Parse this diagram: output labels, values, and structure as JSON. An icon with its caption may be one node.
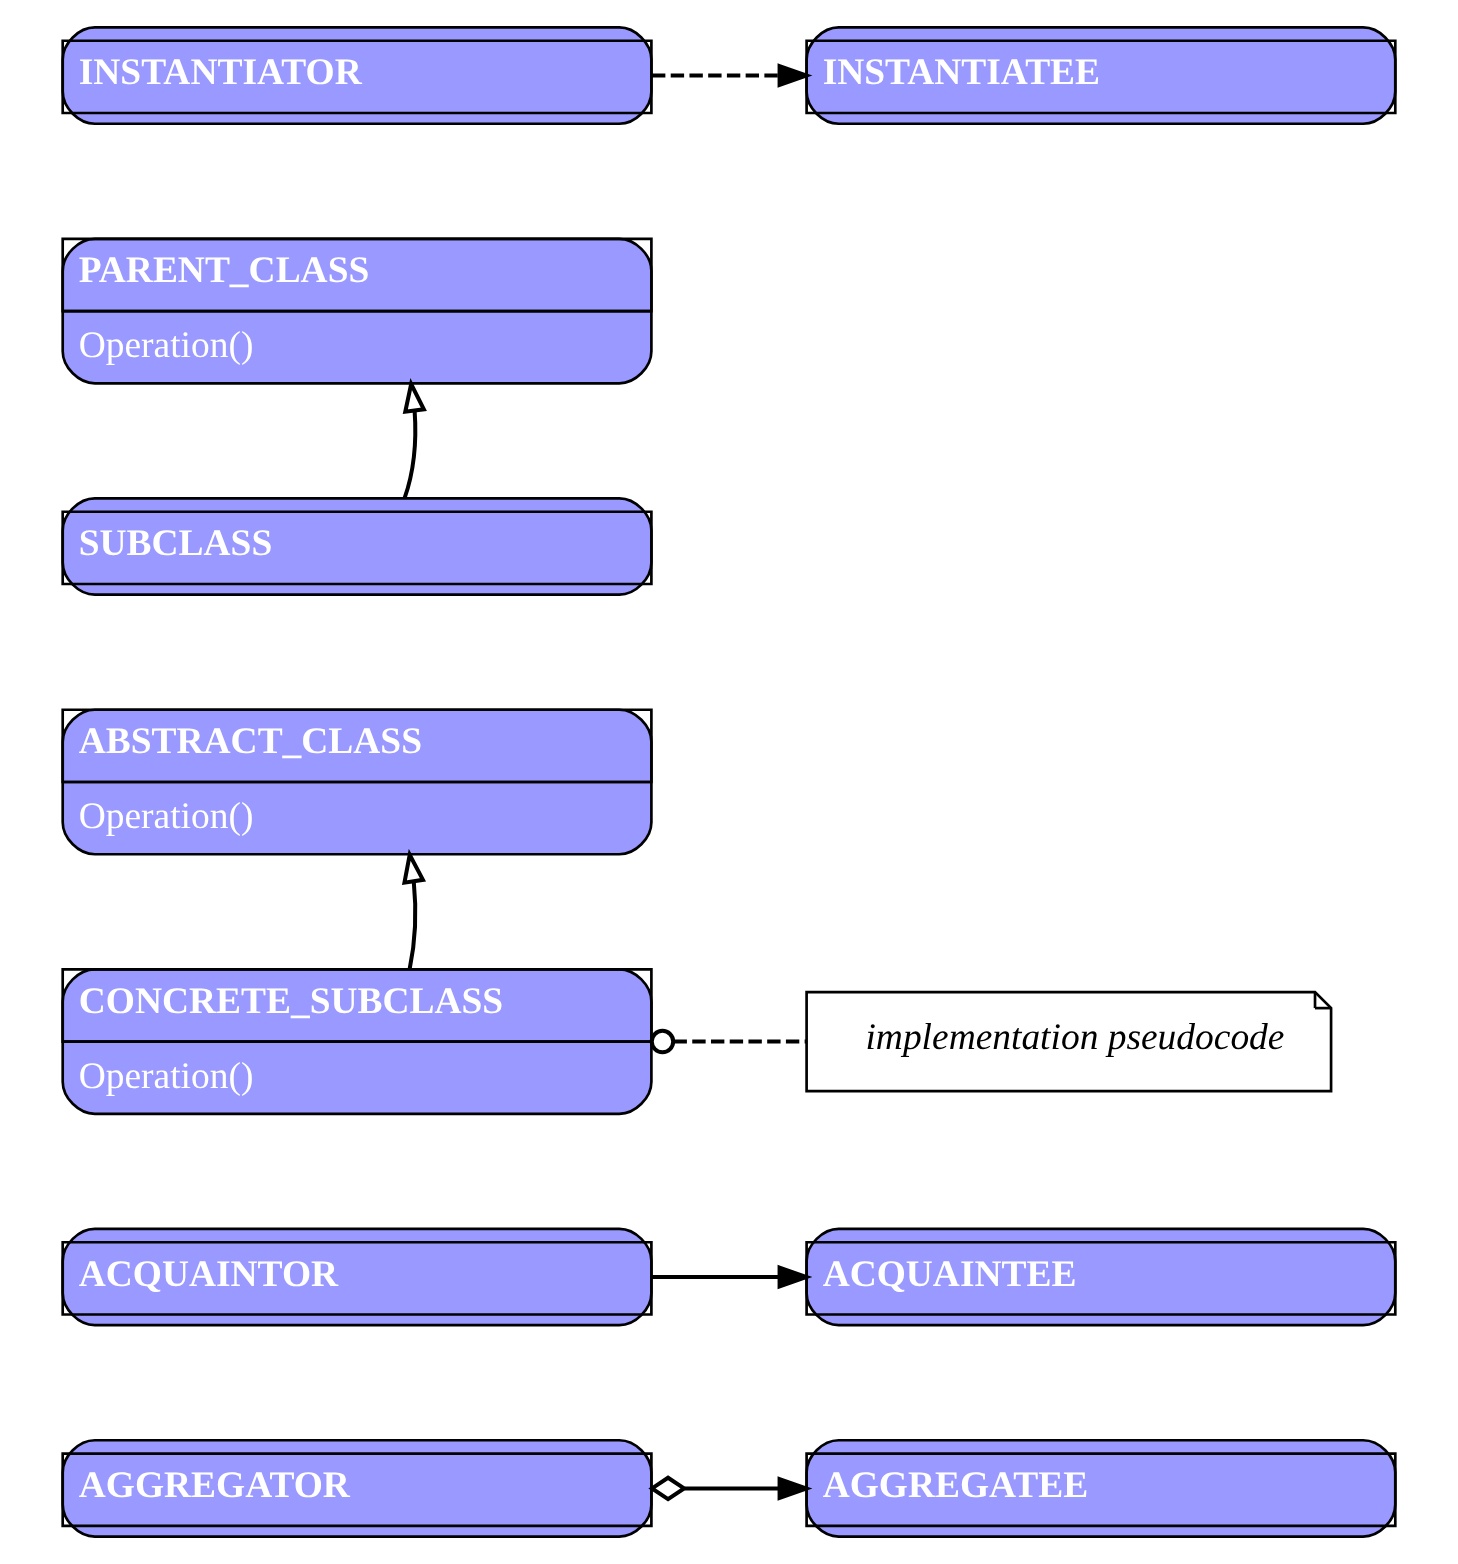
{
  "diagram": {
    "nodes": [
      {
        "text": [
          "INSTANTIATOR"
        ]
      },
      {
        "text": [
          "INSTANTIATEE"
        ]
      },
      {
        "text": [
          "PARENT_CLASS",
          "Operation()"
        ]
      },
      {
        "text": [
          "SUBCLASS"
        ]
      },
      {
        "text": [
          "ABSTRACT_CLASS",
          "Operation()"
        ]
      },
      {
        "text": [
          "CONCRETE_SUBCLASS",
          "Operation()"
        ]
      },
      {
        "text": [
          "implementation pseudocode"
        ]
      },
      {
        "text": [
          "ACQUAINTOR"
        ]
      },
      {
        "text": [
          "ACQUAINTEE"
        ]
      },
      {
        "text": [
          "AGGREGATOR"
        ]
      },
      {
        "text": [
          "AGGREGATEE"
        ]
      }
    ],
    "edges": [
      {
        "from": 0,
        "to": 1,
        "arrow": "to",
        "style": "dashed"
      },
      {
        "from": 3,
        "to": 2,
        "arrow": "to"
      },
      {
        "from": 5,
        "to": 4,
        "arrow": "to"
      },
      {
        "from": 5,
        "to": 6,
        "arrow": "other",
        "style": "dashed"
      },
      {
        "from": 7,
        "to": 8,
        "arrow": "to"
      },
      {
        "from": 9,
        "to": 10,
        "arrow": "to"
      }
    ]
  }
}
